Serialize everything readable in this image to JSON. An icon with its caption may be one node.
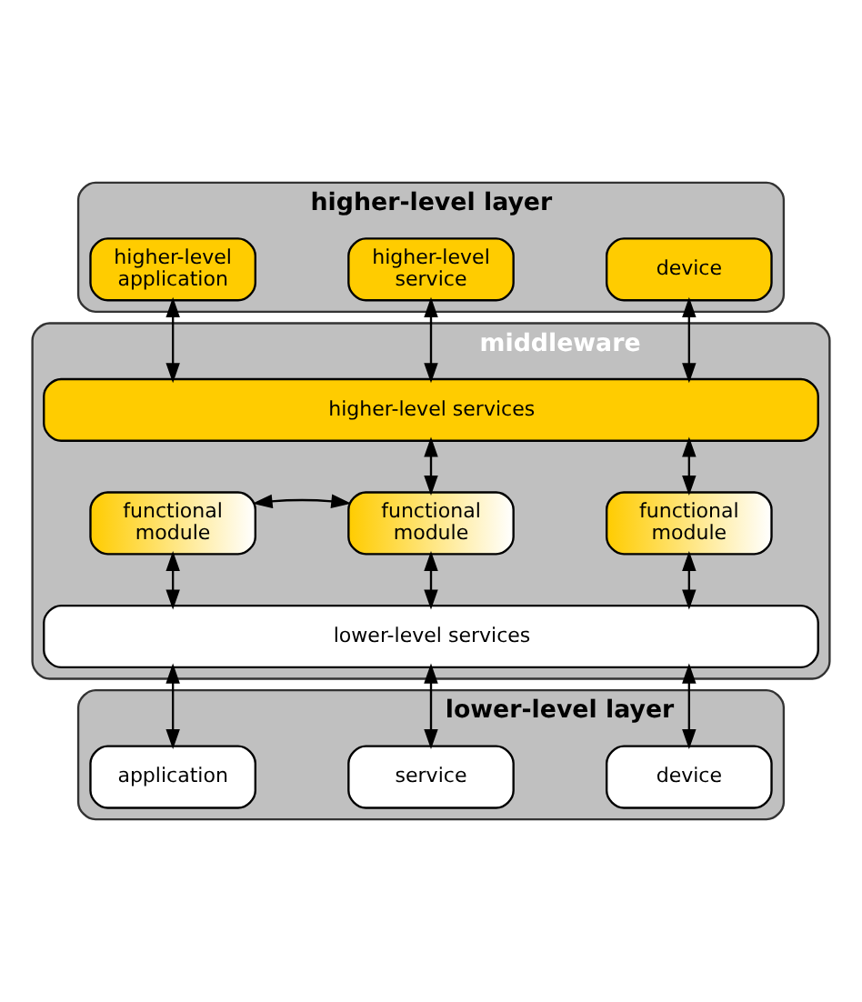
{
  "diagram": {
    "nodes": [
      {
        "text": [
          "higher-level layer"
        ]
      },
      {
        "text": [
          "higher-level application"
        ],
        "in": 0
      },
      {
        "text": [
          "higher-level service"
        ],
        "in": 0
      },
      {
        "text": [
          "device"
        ],
        "in": 0
      },
      {
        "text": [
          "middleware"
        ]
      },
      {
        "text": [
          "higher-level services"
        ],
        "in": 4
      },
      {
        "text": [
          "functional module"
        ],
        "in": 4
      },
      {
        "text": [
          "functional module"
        ],
        "in": 4
      },
      {
        "text": [
          "functional module"
        ],
        "in": 4
      },
      {
        "text": [
          "lower-level services"
        ],
        "in": 4
      },
      {
        "text": [
          "lower-level layer"
        ]
      },
      {
        "text": [
          "application"
        ],
        "in": 10
      },
      {
        "text": [
          "service"
        ],
        "in": 10
      },
      {
        "text": [
          "device"
        ],
        "in": 10
      }
    ],
    "edges": [
      {
        "from": 1,
        "to": 5,
        "arrow": "both"
      },
      {
        "from": 2,
        "to": 5,
        "arrow": "both"
      },
      {
        "from": 3,
        "to": 5,
        "arrow": "both"
      },
      {
        "from": 5,
        "to": 7,
        "arrow": "both"
      },
      {
        "from": 5,
        "to": 8,
        "arrow": "both"
      },
      {
        "from": 6,
        "to": 7,
        "arrow": "both"
      },
      {
        "from": 6,
        "to": 9,
        "arrow": "both"
      },
      {
        "from": 7,
        "to": 9,
        "arrow": "both"
      },
      {
        "from": 8,
        "to": 9,
        "arrow": "both"
      },
      {
        "from": 9,
        "to": 11,
        "arrow": "both"
      },
      {
        "from": 9,
        "to": 12,
        "arrow": "both"
      },
      {
        "from": 9,
        "to": 13,
        "arrow": "both"
      }
    ]
  }
}
